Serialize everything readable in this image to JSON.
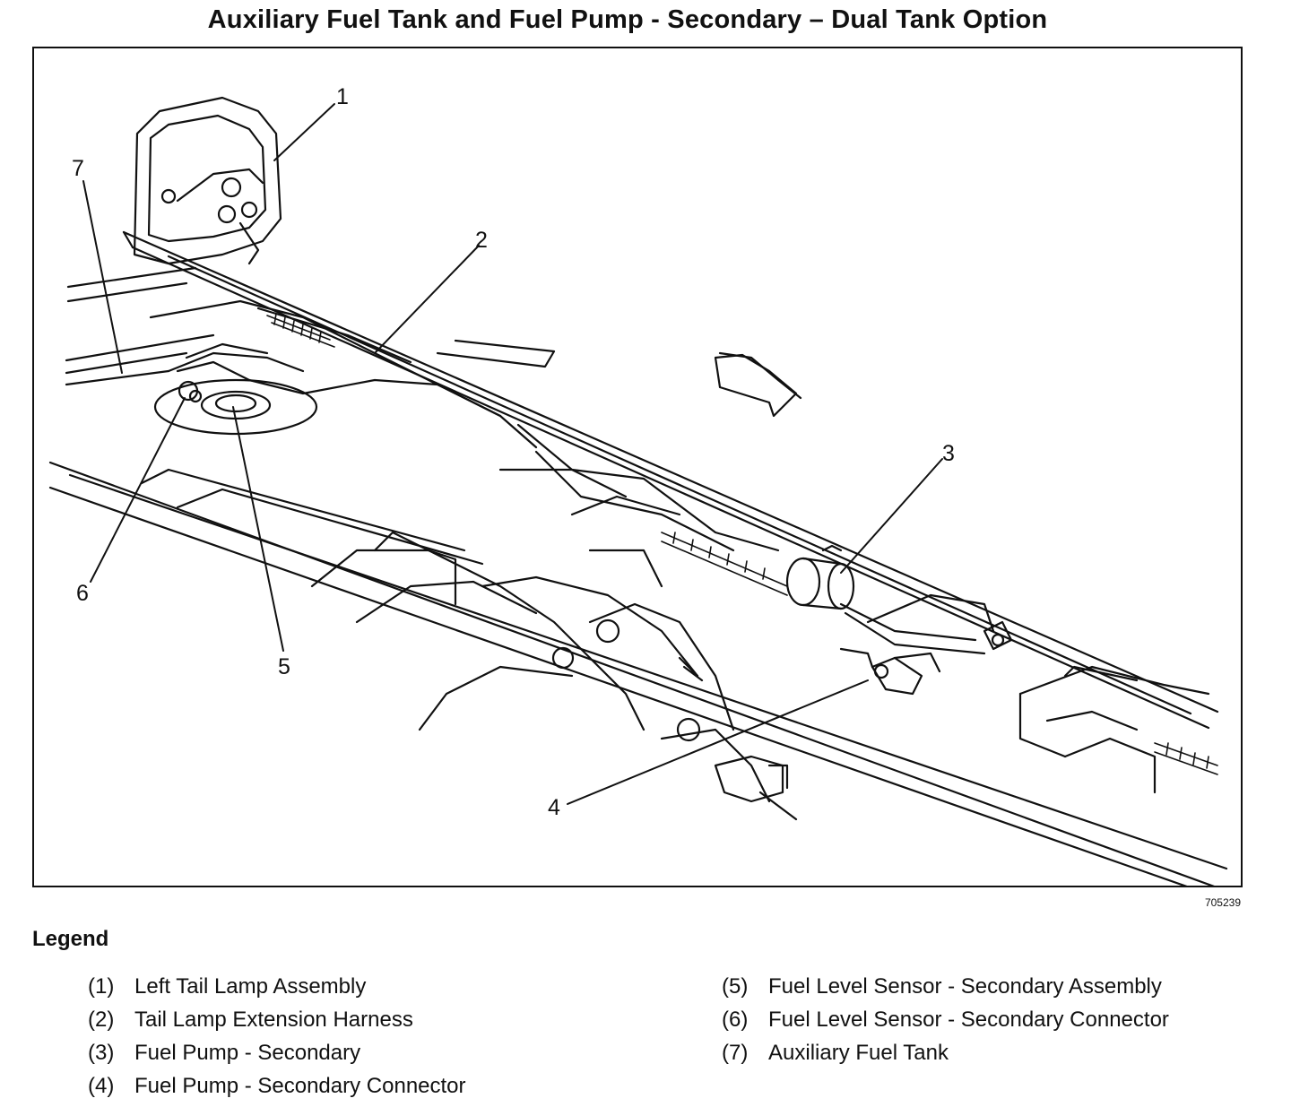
{
  "title": "Auxiliary Fuel Tank and Fuel Pump - Secondary – Dual Tank Option",
  "figure_id": "705239",
  "callouts": [
    "1",
    "2",
    "3",
    "4",
    "5",
    "6",
    "7"
  ],
  "legend": {
    "heading": "Legend",
    "items": [
      {
        "num": "(1)",
        "label": "Left Tail Lamp Assembly"
      },
      {
        "num": "(2)",
        "label": "Tail Lamp Extension Harness"
      },
      {
        "num": "(3)",
        "label": "Fuel Pump - Secondary"
      },
      {
        "num": "(4)",
        "label": "Fuel Pump - Secondary Connector"
      },
      {
        "num": "(5)",
        "label": "Fuel Level Sensor - Secondary Assembly"
      },
      {
        "num": "(6)",
        "label": "Fuel Level Sensor - Secondary Connector"
      },
      {
        "num": "(7)",
        "label": "Auxiliary Fuel Tank"
      }
    ]
  }
}
